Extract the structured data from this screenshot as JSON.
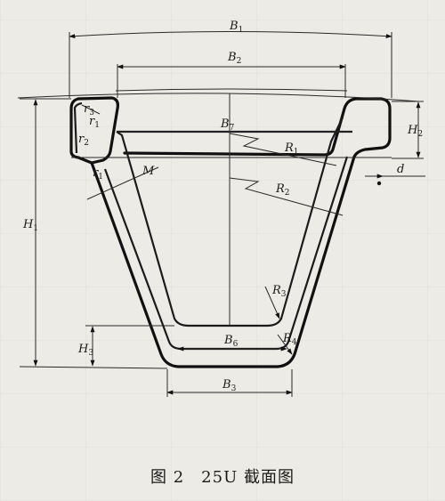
{
  "caption": "图 2　25U 截面图",
  "dimensions": {
    "B1": {
      "main": "B",
      "sub": "1"
    },
    "B2": {
      "main": "B",
      "sub": "2"
    },
    "B7": {
      "main": "B",
      "sub": "7"
    },
    "B6": {
      "main": "B",
      "sub": "6"
    },
    "B3": {
      "main": "B",
      "sub": "3"
    },
    "H1": {
      "main": "H",
      "sub": "1"
    },
    "H2": {
      "main": "H",
      "sub": "2"
    },
    "H3": {
      "main": "H",
      "sub": "3"
    },
    "R1": {
      "main": "R",
      "sub": "1"
    },
    "R2": {
      "main": "R",
      "sub": "2"
    },
    "R3": {
      "main": "R",
      "sub": "3"
    },
    "R4": {
      "main": "R",
      "sub": "4"
    },
    "r1": {
      "main": "r",
      "sub": "1"
    },
    "r2": {
      "main": "r",
      "sub": "2"
    },
    "r3": {
      "main": "r",
      "sub": "3"
    },
    "d": "d",
    "M": "M"
  }
}
